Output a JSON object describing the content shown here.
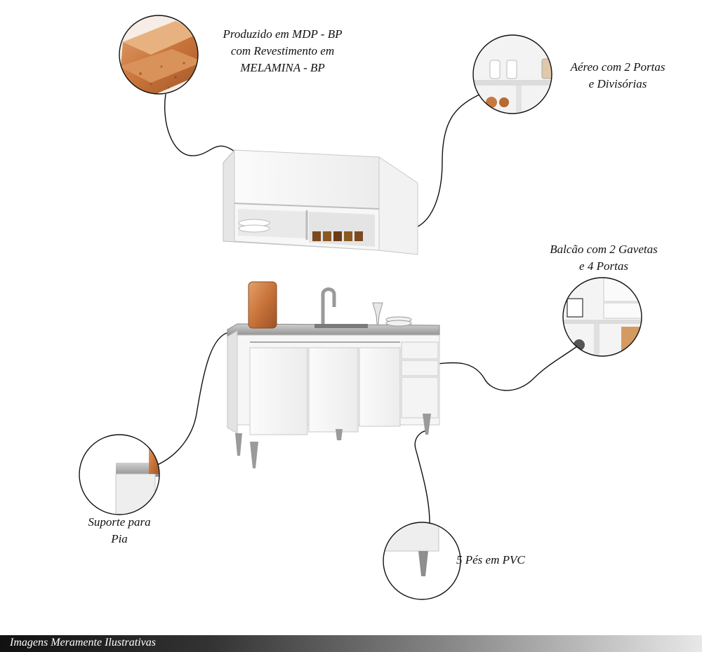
{
  "callouts": {
    "mdp": "Produzido em MDP - BP\ncom Revestimento em\nMELAMINA - BP",
    "aereo": "Aéreo com 2 Portas\ne Divisórias",
    "balcao": "Balcão com 2 Gavetas\ne 4 Portas",
    "suporte": "Suporte para\nPia",
    "pes": "5 Pés em PVC"
  },
  "footer": "Imagens Meramente Ilustrativas",
  "colors": {
    "cabinet": "#f4f4f4",
    "cabinet_edge": "#c9c9c9",
    "wood": "#c8733a",
    "steel": "#9a9a9a"
  }
}
